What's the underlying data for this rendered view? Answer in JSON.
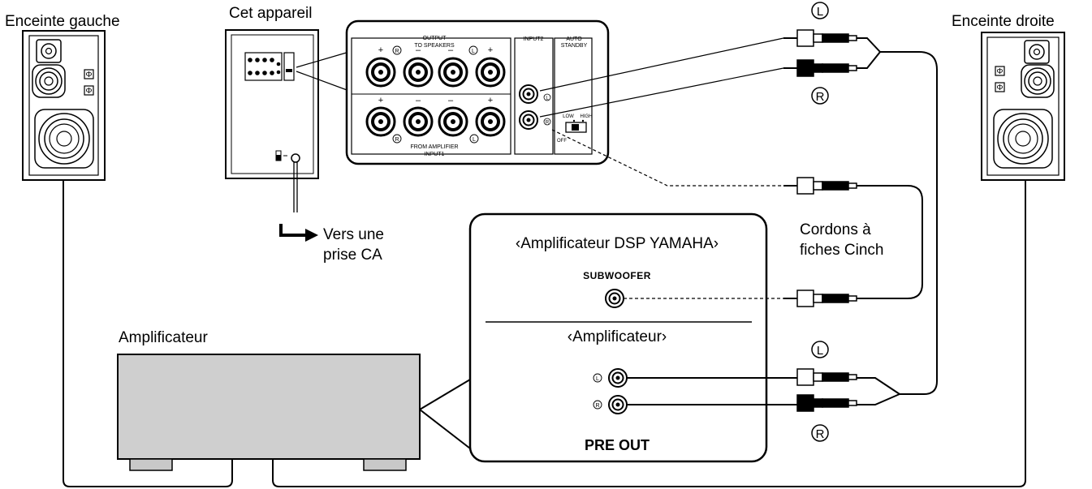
{
  "labels": {
    "speaker_left": "Enceinte gauche",
    "device": "Cet appareil",
    "speaker_right": "Enceinte droite",
    "ac_outlet_line1": "Vers une",
    "ac_outlet_line2": "prise CA",
    "cables_line1": "Cordons à",
    "cables_line2": "fiches Cinch",
    "dsp_amp": "‹Amplificateur DSP YAMAHA›",
    "subwoofer": "SUBWOOFER",
    "amp_inner": "‹Amplificateur›",
    "pre_out": "PRE OUT",
    "amplifier": "Amplificateur"
  },
  "panel": {
    "output_to_speakers_1": "OUTPUT",
    "output_to_speakers_2": "TO SPEAKERS",
    "from_amplifier_1": "FROM AMPLIFIER",
    "from_amplifier_2": "INPUT1",
    "input2": "INPUT2",
    "auto_standby_1": "AUTO",
    "auto_standby_2": "STANDBY",
    "low": "LOW",
    "high": "HIGH",
    "off": "OFF"
  },
  "channel_marks": {
    "left": "L",
    "right": "R"
  }
}
